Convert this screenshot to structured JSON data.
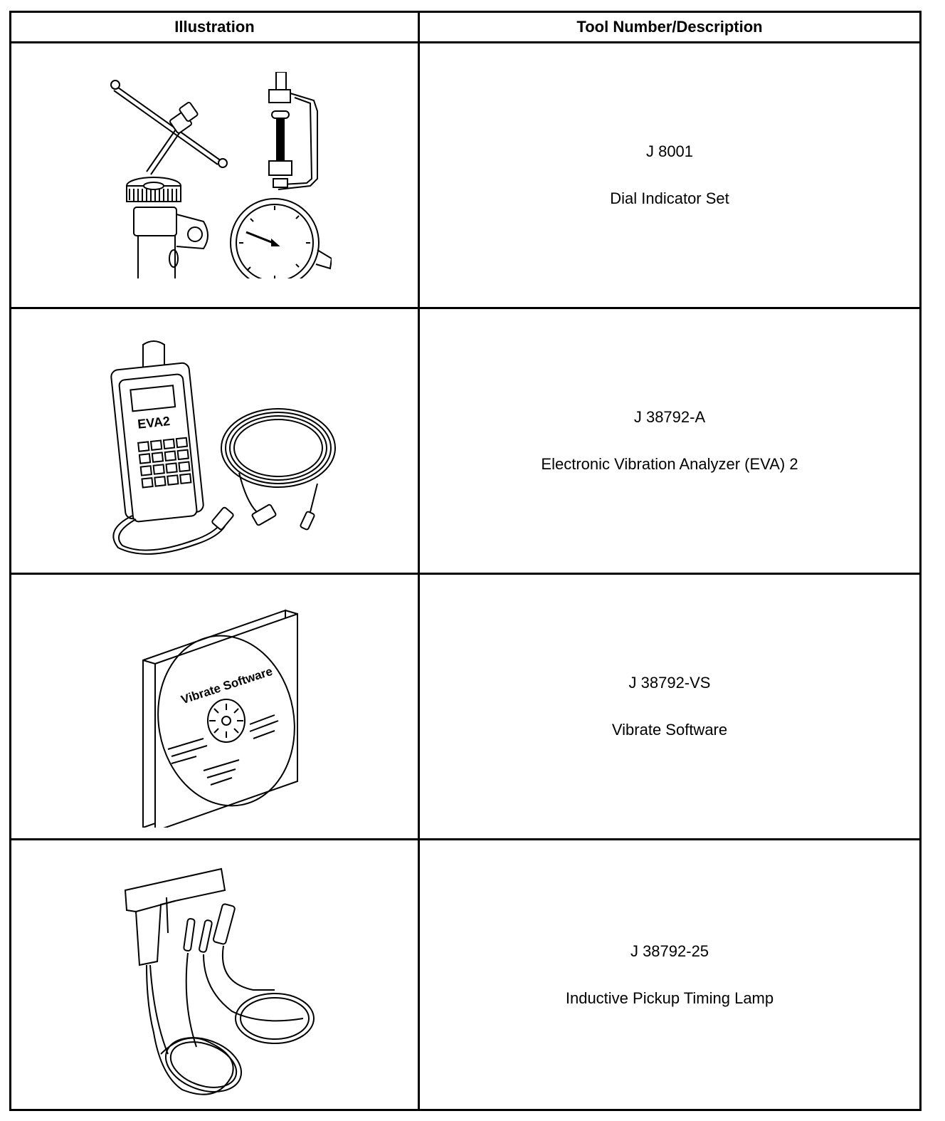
{
  "table": {
    "headers": {
      "illustration": "Illustration",
      "description": "Tool Number/Description"
    },
    "rows": [
      {
        "tool_number": "J 8001",
        "description": "Dial Indicator Set",
        "illustration_icon": "dial-indicator-set-icon"
      },
      {
        "tool_number": "J 38792-A",
        "description": "Electronic Vibration Analyzer (EVA) 2",
        "illustration_icon": "vibration-analyzer-icon",
        "illustration_text": "EVA2"
      },
      {
        "tool_number": "J 38792-VS",
        "description": "Vibrate Software",
        "illustration_icon": "software-cd-icon",
        "illustration_text": "Vibrate Software"
      },
      {
        "tool_number": "J 38792-25",
        "description": "Inductive Pickup Timing Lamp",
        "illustration_icon": "timing-lamp-icon"
      }
    ]
  }
}
